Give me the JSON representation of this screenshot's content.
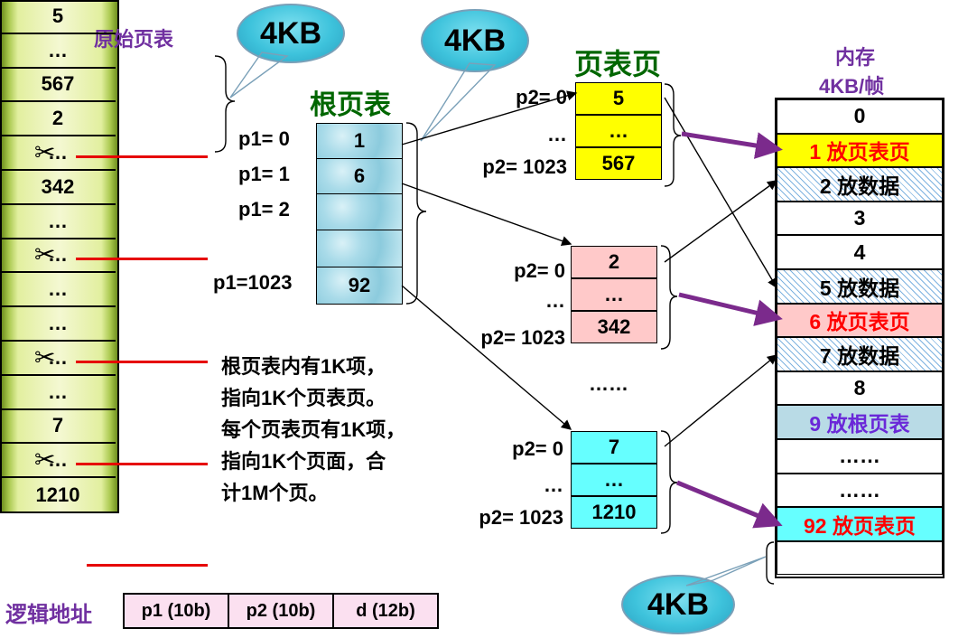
{
  "titles": {
    "orig_table": "原始页表",
    "root_table": "根页表",
    "page_table_page": "页表页",
    "memory": "内存",
    "memory_sub": "4KB/帧"
  },
  "bubbles": [
    "4KB",
    "4KB",
    "4KB"
  ],
  "orig_rows": [
    "5",
    "…",
    "567",
    "2",
    "…",
    "342",
    "…",
    "…",
    "…",
    "…",
    "…",
    "…",
    "7",
    "…",
    "1210"
  ],
  "root_labels": [
    "p1= 0",
    "p1= 1",
    "p1= 2",
    "p1=1023"
  ],
  "root_cells": [
    "1",
    "6",
    "",
    "",
    "92"
  ],
  "pt1": {
    "labels": [
      "p2= 0",
      "…",
      "p2= 1023"
    ],
    "cells": [
      "5",
      "…",
      "567"
    ],
    "color": "#ffff00"
  },
  "pt2": {
    "labels": [
      "p2= 0",
      "…",
      "p2= 1023"
    ],
    "cells": [
      "2",
      "…",
      "342"
    ],
    "color": "#ffc9c9"
  },
  "pt3": {
    "labels": [
      "p2= 0",
      "…",
      "p2= 1023"
    ],
    "cells": [
      "7",
      "…",
      "1210"
    ],
    "color": "#66ffff"
  },
  "middle_dots": "……",
  "memory_rows": [
    {
      "text": "0",
      "style": "plain"
    },
    {
      "text": "1 放页表页",
      "style": "yellow"
    },
    {
      "text": "2 放数据",
      "style": "hatch"
    },
    {
      "text": "3",
      "style": "plain"
    },
    {
      "text": "4",
      "style": "plain"
    },
    {
      "text": "5 放数据",
      "style": "hatch"
    },
    {
      "text": "6 放页表页",
      "style": "pink"
    },
    {
      "text": "7 放数据",
      "style": "hatch"
    },
    {
      "text": "8",
      "style": "plain"
    },
    {
      "text": "9 放根页表",
      "style": "root"
    },
    {
      "text": "……",
      "style": "plain"
    },
    {
      "text": "……",
      "style": "plain"
    },
    {
      "text": "92 放页表页",
      "style": "cyan"
    },
    {
      "text": "",
      "style": "plain"
    }
  ],
  "description": [
    "根页表内有1K项，",
    "指向1K个页表页。",
    "每个页表页有1K项，",
    "指向1K个页面，合",
    "计1M个页。"
  ],
  "logical_address": {
    "label": "逻辑地址",
    "fields": [
      "p1 (10b)",
      "p2 (10b)",
      "d (12b)"
    ]
  },
  "colors": {
    "title_purple": "#7030a0",
    "title_green": "#006600",
    "red_text": "#ff0000",
    "violet_text": "#6a28d8",
    "arrow_purple": "#7b2a8c"
  }
}
